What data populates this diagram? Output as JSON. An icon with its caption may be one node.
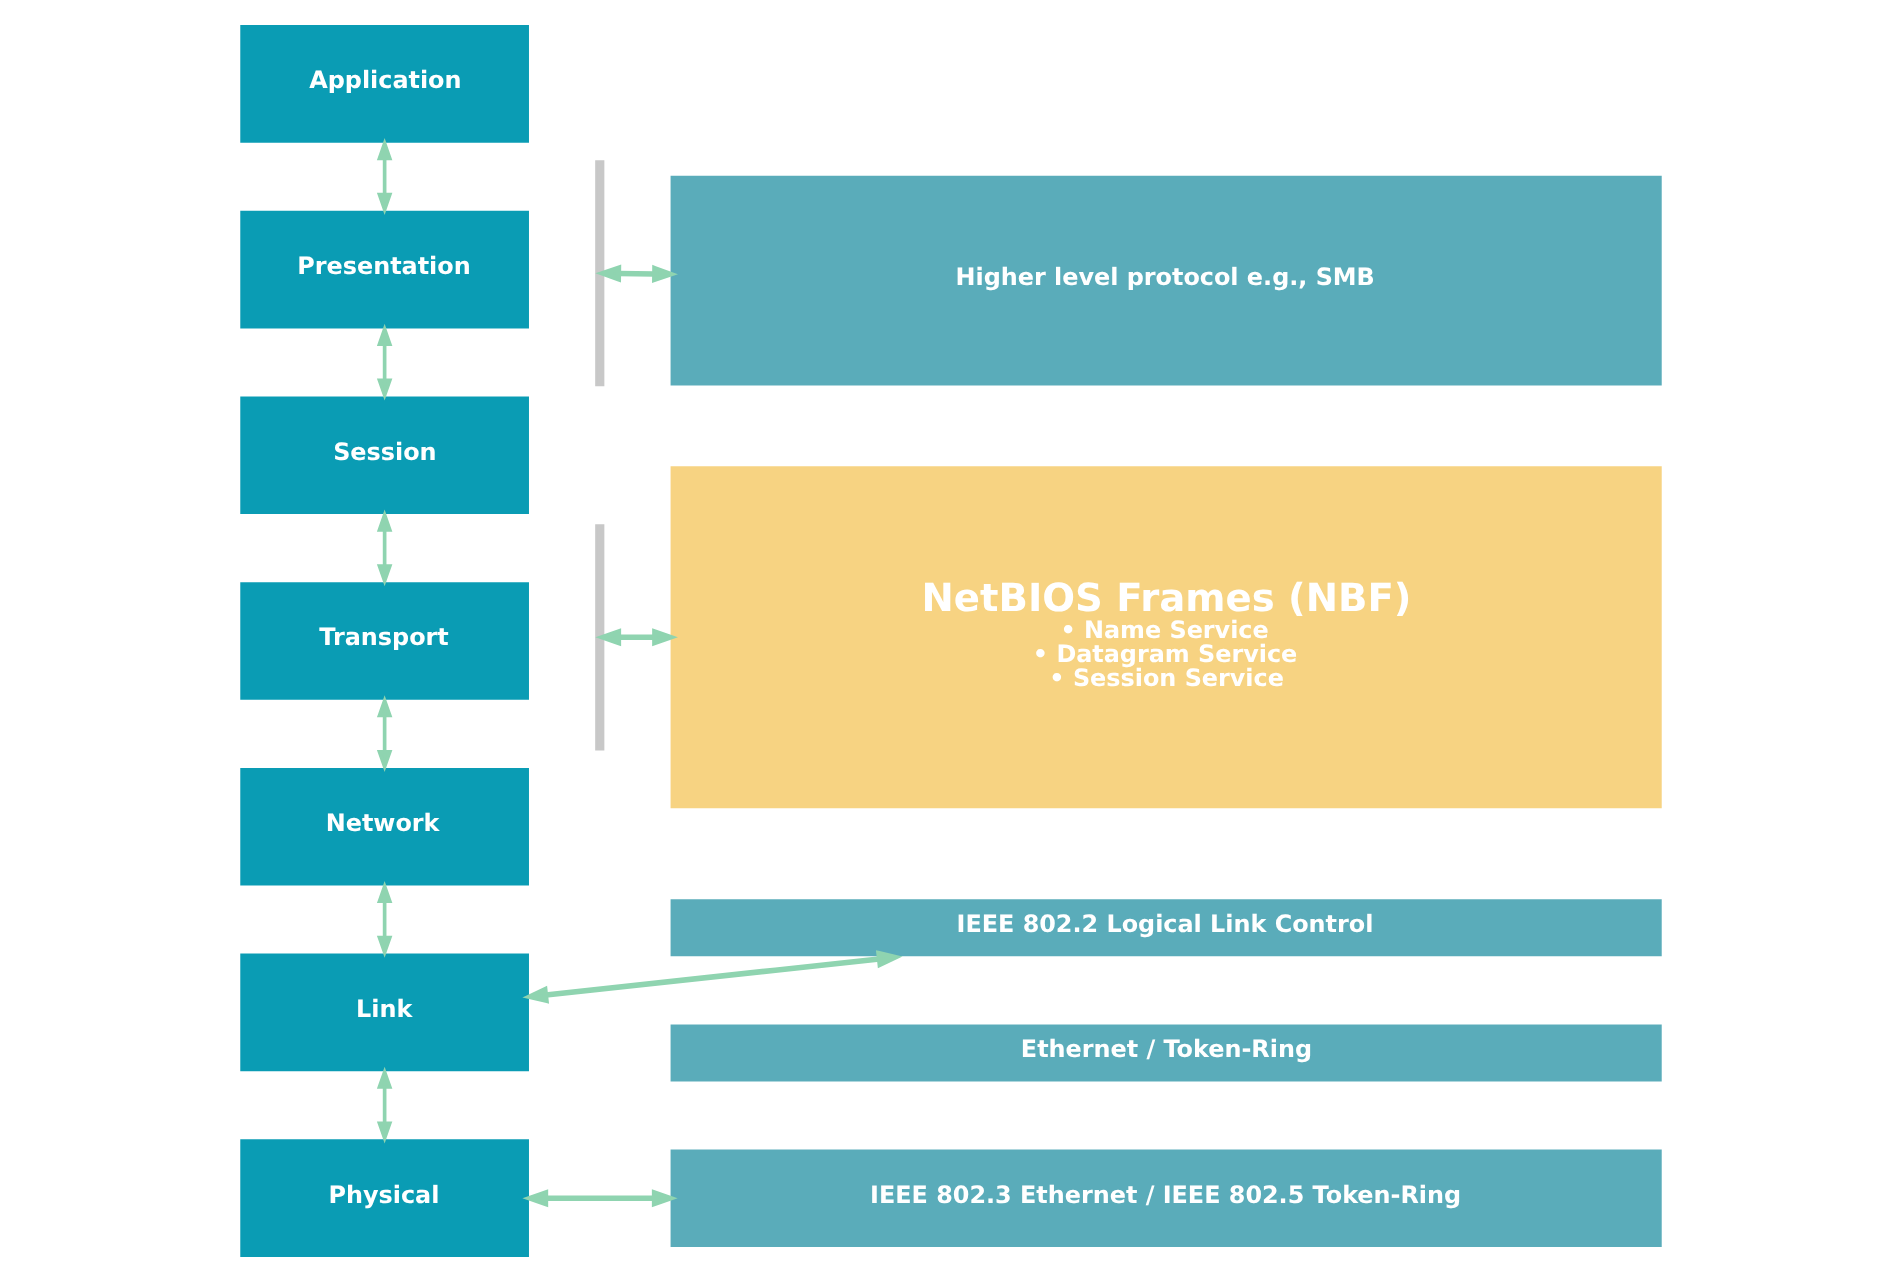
{
  "diagram": {
    "nodes": [
      {
        "text": [
          "Application"
        ]
      },
      {
        "text": [
          "Presentation"
        ]
      },
      {
        "text": [
          "Session"
        ]
      },
      {
        "text": [
          "Transport"
        ]
      },
      {
        "text": [
          "Network"
        ]
      },
      {
        "text": [
          "Link"
        ]
      },
      {
        "text": [
          "Physical"
        ]
      },
      {
        "text": [
          "Higher level protocol e.g., SMB"
        ]
      },
      {
        "text": [
          "NetBIOS Frames (NBF)",
          "• Name Service",
          "• Datagram Service",
          "• Session Service"
        ]
      },
      {
        "text": [
          "IEEE 802.2 Logical Link Control"
        ]
      },
      {
        "text": [
          "Ethernet / Token-Ring"
        ]
      },
      {
        "text": [
          "IEEE 802.3 Ethernet / IEEE 802.5 Token-Ring"
        ]
      },
      {
        "text": [],
        "shape": "brace"
      },
      {
        "text": [],
        "shape": "brace"
      }
    ],
    "edges": [
      {
        "from": 0,
        "to": 1,
        "arrow": "both"
      },
      {
        "from": 1,
        "to": 2,
        "arrow": "both"
      },
      {
        "from": 2,
        "to": 3,
        "arrow": "both"
      },
      {
        "from": 3,
        "to": 4,
        "arrow": "both"
      },
      {
        "from": 4,
        "to": 5,
        "arrow": "both"
      },
      {
        "from": 5,
        "to": 6,
        "arrow": "both"
      },
      {
        "from": 12,
        "to": 7,
        "arrow": "both"
      },
      {
        "from": 13,
        "to": 8,
        "arrow": "both"
      },
      {
        "from": 5,
        "to": 9,
        "arrow": "both"
      },
      {
        "from": 6,
        "to": 11,
        "arrow": "both"
      }
    ]
  }
}
